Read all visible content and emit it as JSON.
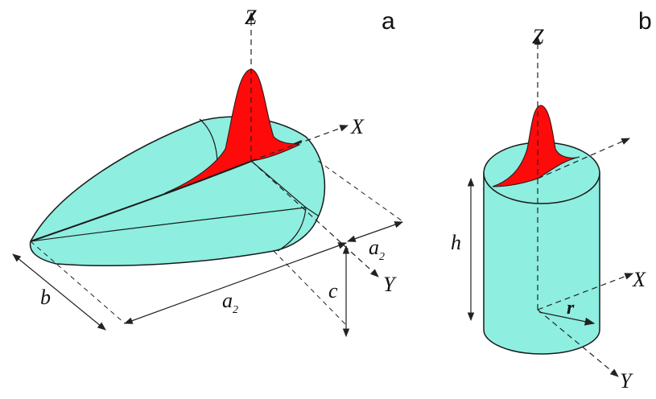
{
  "panel_a": {
    "label": "a",
    "axis_z": "Z",
    "axis_x": "X",
    "axis_y": "Y",
    "dim_b": "b",
    "dim_a2_long": "a",
    "dim_a2_long_sub": "2",
    "dim_a2_short": "a",
    "dim_a2_short_sub": "2",
    "dim_c": "c"
  },
  "panel_b": {
    "label": "b",
    "axis_z": "Z",
    "axis_x": "X",
    "axis_y": "Y",
    "dim_h": "h",
    "dim_r": "r"
  },
  "colors": {
    "body_fill": "#8eeee0",
    "peak_fill": "#ff0a0a",
    "outline": "#1a1a1a"
  }
}
